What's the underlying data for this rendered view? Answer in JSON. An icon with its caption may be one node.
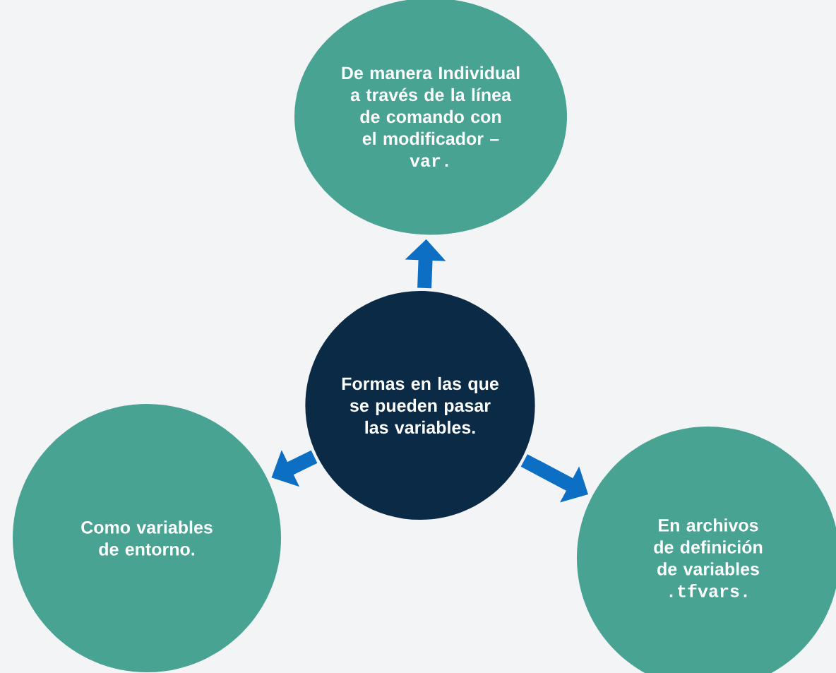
{
  "diagram": {
    "nodes": [
      {
        "text": [
          "Formas en las que se pueden pasar las variables."
        ]
      },
      {
        "text": [
          "De manera Individual a través de la línea de comando con el modificador –",
          "var."
        ]
      },
      {
        "text": [
          "Como variables de entorno."
        ]
      },
      {
        "text": [
          "En archivos de definición de variables",
          ".tfvars."
        ]
      }
    ],
    "edges": [
      {
        "from": 0,
        "to": 1,
        "arrow": "to"
      },
      {
        "from": 0,
        "to": 2,
        "arrow": "to"
      },
      {
        "from": 0,
        "to": 3,
        "arrow": "to"
      }
    ]
  }
}
